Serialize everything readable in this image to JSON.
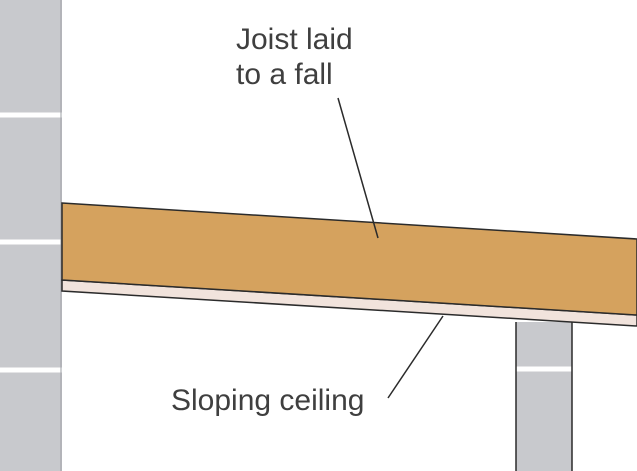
{
  "labels": {
    "joist_line_1": "Joist laid",
    "joist_line_2": "to a fall",
    "ceiling": "Sloping ceiling"
  },
  "colors": {
    "background": "#ffffff",
    "wall_block": "#c8c9cd",
    "mortar": "#ffffff",
    "wall_outline": "#2b2b2b",
    "joist_fill": "#d5a25e",
    "joist_outline": "#2b2b2b",
    "ceiling_board": "#f1e3dc",
    "leader_line": "#2b2b2b",
    "text": "#3f3f3f"
  }
}
